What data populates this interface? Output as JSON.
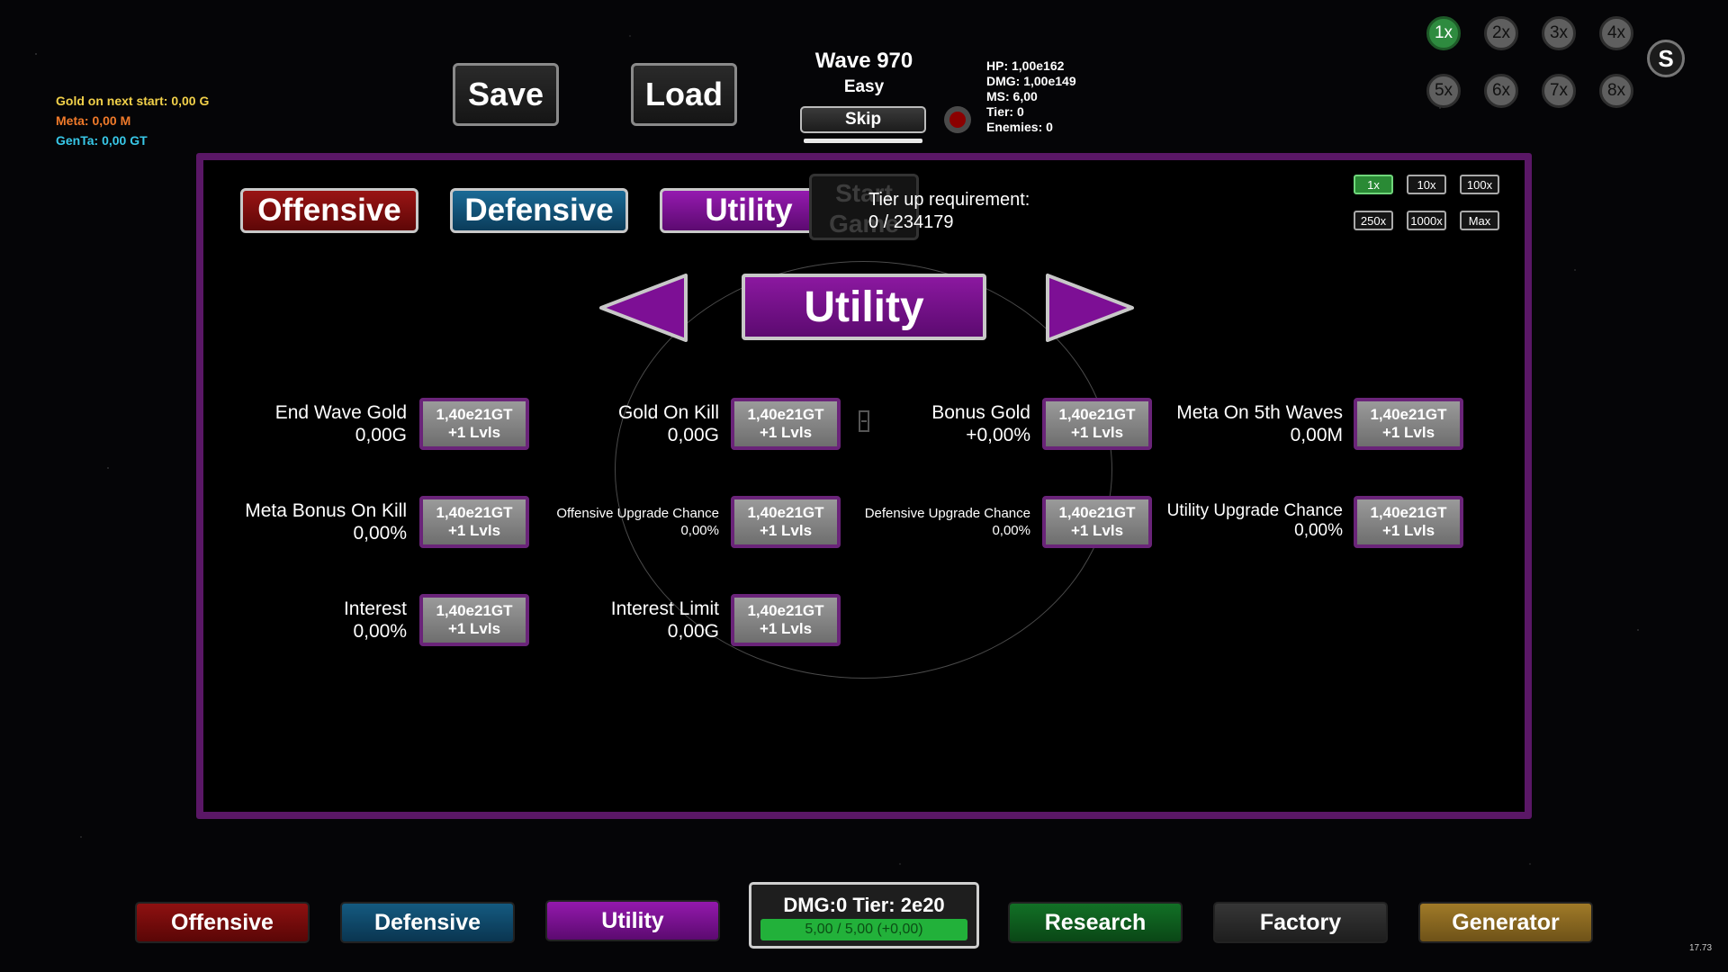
{
  "resources": {
    "gold": "Gold on next start: 0,00 G",
    "meta": "Meta: 0,00 M",
    "genta": "GenTa: 0,00 GT",
    "colors": {
      "gold": "#f2d14a",
      "meta": "#f07a2a",
      "genta": "#38c8e8"
    }
  },
  "top": {
    "save_label": "Save",
    "load_label": "Load",
    "wave": "Wave 970",
    "difficulty": "Easy",
    "skip_label": "Skip",
    "stats": [
      "HP: 1,00e162",
      "DMG: 1,00e149",
      "MS: 6,00",
      "Tier: 0",
      "Enemies: 0"
    ]
  },
  "speed_buttons": [
    "1x",
    "2x",
    "3x",
    "4x",
    "5x",
    "6x",
    "7x",
    "8x"
  ],
  "speed_active": "1x",
  "s_button": "S",
  "panel": {
    "tabs": [
      "Offensive",
      "Defensive",
      "Utility"
    ],
    "start_game": [
      "Start",
      "Game"
    ],
    "tier_req_label": "Tier up requirement:",
    "tier_req_value": "0 / 234179",
    "multipliers": [
      "1x",
      "10x",
      "100x",
      "250x",
      "1000x",
      "Max"
    ],
    "multiplier_active": "1x",
    "category_title": "Utility",
    "upgrades": [
      {
        "name": "End Wave Gold",
        "value": "0,00G",
        "cost": "1,40e21GT",
        "lvls": "+1 Lvls"
      },
      {
        "name": "Gold On Kill",
        "value": "0,00G",
        "cost": "1,40e21GT",
        "lvls": "+1 Lvls"
      },
      {
        "name": "Bonus Gold",
        "value": "+0,00%",
        "cost": "1,40e21GT",
        "lvls": "+1 Lvls"
      },
      {
        "name": "Meta On 5th Waves",
        "value": "0,00M",
        "cost": "1,40e21GT",
        "lvls": "+1 Lvls"
      },
      {
        "name": "Meta Bonus On Kill",
        "value": "0,00%",
        "cost": "1,40e21GT",
        "lvls": "+1 Lvls"
      },
      {
        "name": "Offensive Upgrade Chance",
        "value": "0,00%",
        "cost": "1,40e21GT",
        "lvls": "+1 Lvls"
      },
      {
        "name": "Defensive Upgrade Chance",
        "value": "0,00%",
        "cost": "1,40e21GT",
        "lvls": "+1 Lvls"
      },
      {
        "name": "Utility Upgrade Chance",
        "value": "0,00%",
        "cost": "1,40e21GT",
        "lvls": "+1 Lvls"
      },
      {
        "name": "Interest",
        "value": "0,00%",
        "cost": "1,40e21GT",
        "lvls": "+1 Lvls"
      },
      {
        "name": "Interest Limit",
        "value": "0,00G",
        "cost": "1,40e21GT",
        "lvls": "+1 Lvls"
      }
    ]
  },
  "bottom_nav": {
    "offensive": "Offensive",
    "defensive": "Defensive",
    "utility": "Utility",
    "dmg_tier": "DMG:0 Tier: 2e20",
    "dmg_progress": "5,00 / 5,00 (+0,00)",
    "research": "Research",
    "factory": "Factory",
    "generator": "Generator"
  },
  "version": "17.73",
  "colors": {
    "offensive": "#7a0c0c",
    "defensive": "#0d4a6e",
    "utility": "#7d0f95",
    "research": "#0e5a1c",
    "factory": "#2b2b2b",
    "generator": "#8a6a20",
    "panel_border": "#5a1766"
  }
}
